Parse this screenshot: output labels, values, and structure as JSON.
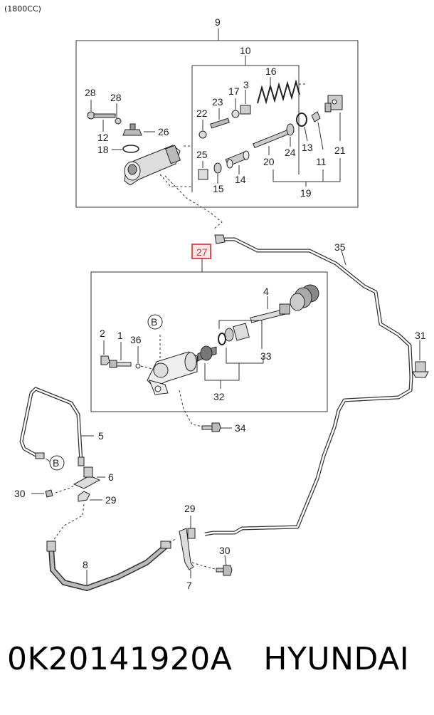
{
  "variant_label": "(1800CC)",
  "part_number": "0K20141920A",
  "brand": "HYUNDAI",
  "highlight_color": "#e05050",
  "callouts": {
    "c9": "9",
    "c10": "10",
    "c16": "16",
    "c3": "3",
    "c17": "17",
    "c23": "23",
    "c22": "22",
    "c28a": "28",
    "c28b": "28",
    "c12": "12",
    "c18": "18",
    "c26": "26",
    "c25": "25",
    "c15": "15",
    "c14": "14",
    "c20": "20",
    "c24": "24",
    "c13": "13",
    "c11": "11",
    "c21": "21",
    "c19": "19",
    "c27": "27",
    "c35": "35",
    "c4": "4",
    "c2": "2",
    "c1": "1",
    "c36": "36",
    "c33": "33",
    "c32": "32",
    "c31": "31",
    "c34": "34",
    "c5": "5",
    "c6": "6",
    "c30a": "30",
    "c29a": "29",
    "c29b": "29",
    "c30b": "30",
    "c8": "8",
    "c7": "7",
    "b1": "B",
    "b2": "B"
  }
}
